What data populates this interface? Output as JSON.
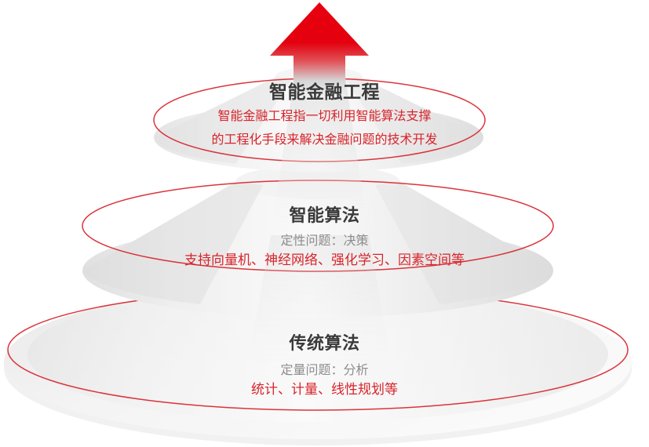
{
  "diagram": {
    "type": "cone-pyramid",
    "arrow": {
      "name": "up-arrow",
      "color": "#e60012",
      "direction": "up"
    },
    "accent_color": "#d8232a",
    "title_color": "#3a3a3a",
    "subtitle_color": "#8d8d8d",
    "disc_color": "#ededed",
    "tiers": [
      {
        "id": "top",
        "title": "智能金融工程",
        "subtitle": "",
        "description_lines": [
          "智能金融工程指一切利用智能算法支撑",
          "的工程化手段来解决金融问题的技术开发"
        ]
      },
      {
        "id": "middle",
        "title": "智能算法",
        "subtitle": "定性问题：决策",
        "description_lines": [
          "支持向量机、神经网络、强化学习、因素空间等"
        ]
      },
      {
        "id": "bottom",
        "title": "传统算法",
        "subtitle": "定量问题：分析",
        "description_lines": [
          "统计、计量、线性规划等"
        ]
      }
    ]
  }
}
